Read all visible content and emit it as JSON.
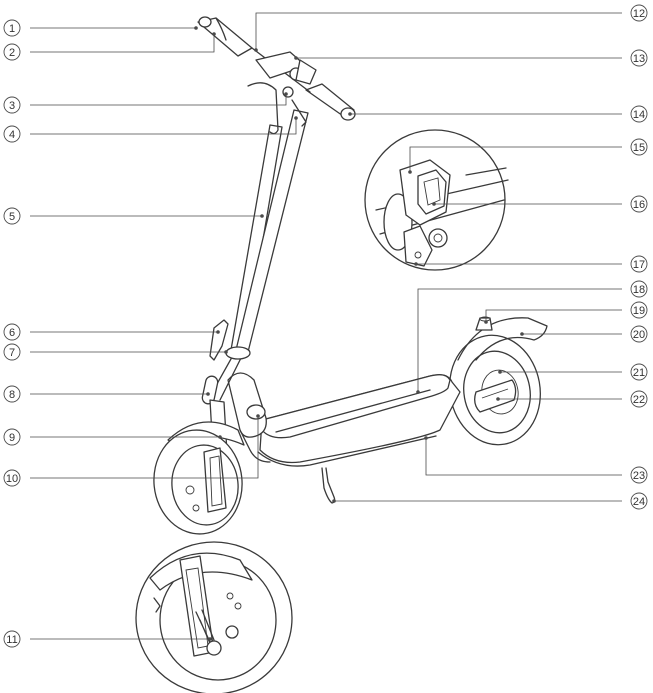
{
  "callouts": {
    "c1": "1",
    "c2": "2",
    "c3": "3",
    "c4": "4",
    "c5": "5",
    "c6": "6",
    "c7": "7",
    "c8": "8",
    "c9": "9",
    "c10": "10",
    "c11": "11",
    "c12": "12",
    "c13": "13",
    "c14": "14",
    "c15": "15",
    "c16": "16",
    "c17": "17",
    "c18": "18",
    "c19": "19",
    "c20": "20",
    "c21": "21",
    "c22": "22",
    "c23": "23",
    "c24": "24"
  },
  "colors": {
    "line": "#3a3a3a",
    "background": "#ffffff"
  }
}
